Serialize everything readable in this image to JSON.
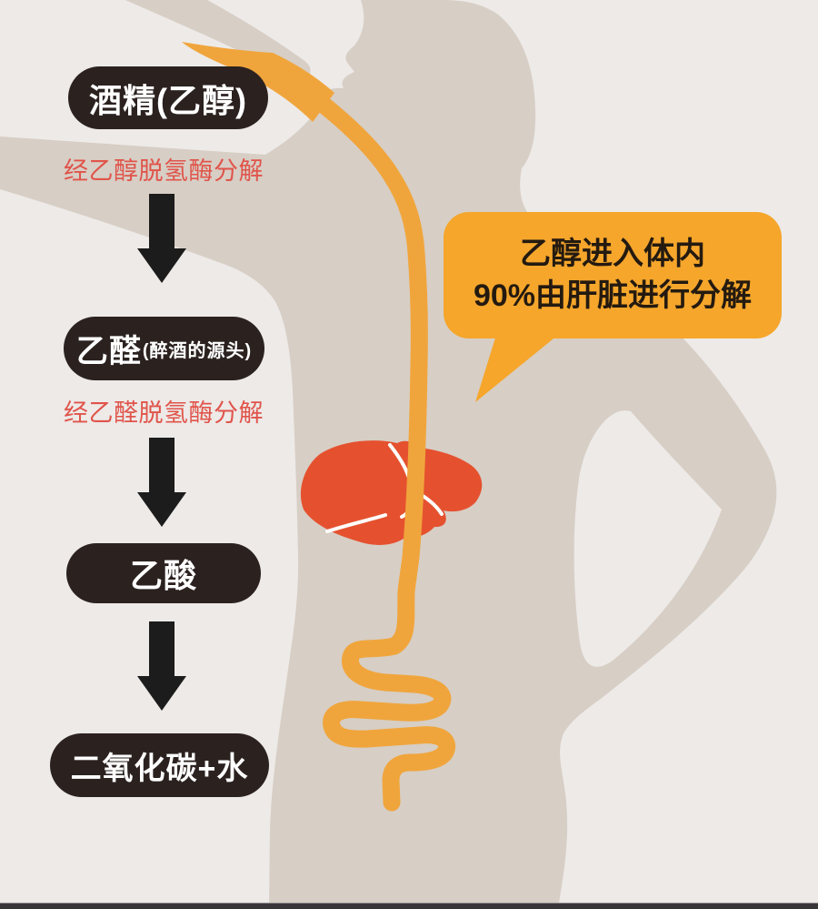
{
  "title": "alcohol-metabolism-infographic",
  "palette": {
    "background": "#edeae8",
    "body_silhouette": "#d7cec5",
    "drink_orange": "#f0a53c",
    "bubble_orange": "#f5a62b",
    "liver_red": "#e5512f",
    "pill_dark": "#2b2220",
    "enzyme_red": "#e0544a",
    "arrow_black": "#1c1c1c"
  },
  "flow": {
    "steps": [
      {
        "label": "酒精(乙醇)",
        "note": ""
      },
      {
        "label": "乙醛",
        "note": "(醉酒的源头)"
      },
      {
        "label": "乙酸",
        "note": ""
      },
      {
        "label": "二氧化碳+水",
        "note": ""
      }
    ],
    "enzymes": [
      "经乙醇脱氢酶分解",
      "经乙醛脱氢酶分解"
    ]
  },
  "callout": {
    "line1": "乙醇进入体内",
    "line2": "90%由肝脏进行分解"
  }
}
